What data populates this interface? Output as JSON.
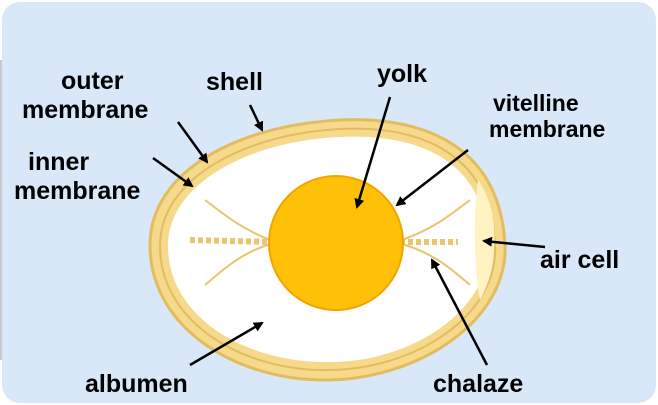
{
  "colors": {
    "background": "#d9e8f8",
    "shell": "#f6d98a",
    "shell_stroke": "#e2bd60",
    "albumen": "#ffffff",
    "yolk": "#ffc107",
    "yolk_stroke": "#f0a500",
    "chalaze": "#e8c56e",
    "air_cell": "#fff3c4",
    "label": "#000000",
    "arrow": "#000000"
  },
  "labels": {
    "outer_membrane": [
      "outer",
      "membrane"
    ],
    "shell": "shell",
    "yolk": "yolk",
    "vitelline_membrane": [
      "vitelline",
      "membrane"
    ],
    "inner_membrane": [
      "inner",
      "membrane"
    ],
    "air_cell": "air cell",
    "albumen": "albumen",
    "chalaze": "chalaze"
  }
}
